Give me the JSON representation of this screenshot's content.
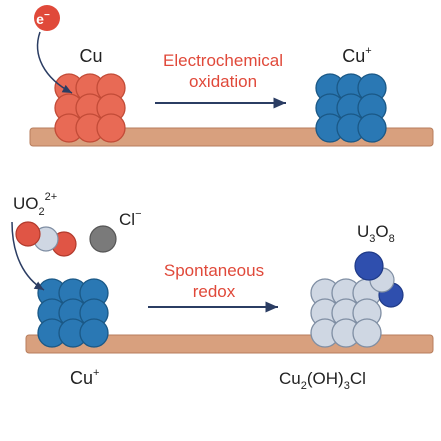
{
  "colors": {
    "substrate": "#d8a07e",
    "substrate_stroke": "#b77d5c",
    "cu_atom": "#e86a55",
    "cu_atom_stroke": "#c24b37",
    "cu_plus_atom": "#2a78b4",
    "cu_plus_atom_stroke": "#1a5886",
    "product_atom": "#cfd7e3",
    "product_atom_stroke": "#7f8ea3",
    "uranium_atom": "#2f4fae",
    "oxygen_atom": "#e05545",
    "chloride_atom": "#7a7a7a",
    "arrow": "#2b3d63",
    "label_red": "#e0493a"
  },
  "top": {
    "electron_symbol": "e",
    "electron_charge": "−",
    "reactant_label": "Cu",
    "process_line1": "Electrochemical",
    "process_line2": "oxidation",
    "product_label_base": "Cu",
    "product_label_sup": "+"
  },
  "bottom": {
    "ion_label_base": "UO",
    "ion_label_sub": "2",
    "ion_label_sup": "2+",
    "anion_label_base": "Cl",
    "anion_label_sup": "−",
    "reactant_label_base": "Cu",
    "reactant_label_sup": "+",
    "process_line1": "Spontaneous",
    "process_line2": "redox",
    "oxide_label": [
      "U",
      "3",
      "O",
      "8"
    ],
    "product_label": [
      "Cu",
      "2",
      "(OH)",
      "3",
      "Cl"
    ]
  }
}
